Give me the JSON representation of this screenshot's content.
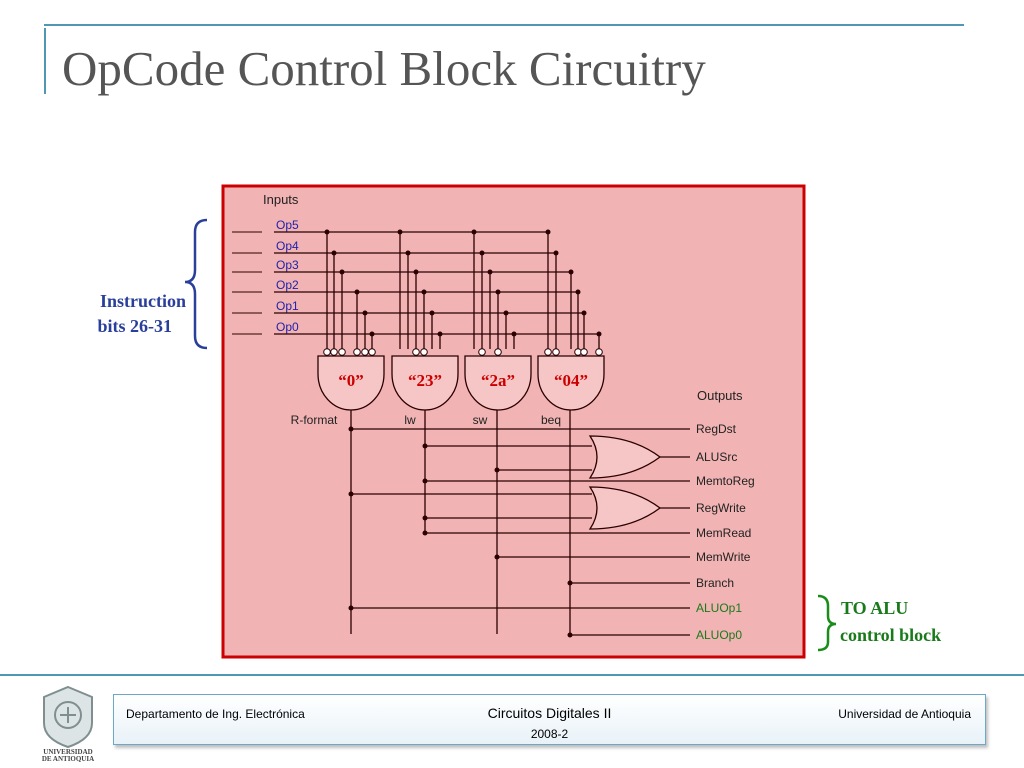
{
  "slide": {
    "title": "OpCode Control Block Circuitry"
  },
  "diagram": {
    "inputs_header": "Inputs",
    "inputs": [
      "Op5",
      "Op4",
      "Op3",
      "Op2",
      "Op1",
      "Op0"
    ],
    "gate_values": [
      "“0”",
      "“23”",
      "“2a”",
      "“04”"
    ],
    "gate_names": [
      "R-format",
      "lw",
      "sw",
      "beq"
    ],
    "outputs_header": "Outputs",
    "outputs": [
      "RegDst",
      "ALUSrc",
      "MemtoReg",
      "RegWrite",
      "MemRead",
      "MemWrite",
      "Branch",
      "ALUOp1",
      "ALUOp0"
    ],
    "instruction_label": [
      "Instruction",
      "bits 26-31"
    ],
    "alu_label": [
      "TO ALU",
      "control block"
    ],
    "colors": {
      "panel": "#f1b3b3",
      "border": "#cc0000",
      "blue": "#2222aa",
      "green": "#1a8c1a",
      "gate_value": "#cc0000"
    }
  },
  "footer": {
    "department": "Departamento de Ing. Electrónica",
    "course": "Circuitos Digitales II",
    "term": "2008-2",
    "university": "Universidad de Antioquia"
  },
  "logo": {
    "line1": "UNIVERSIDAD",
    "line2": "DE ANTIOQUIA"
  }
}
